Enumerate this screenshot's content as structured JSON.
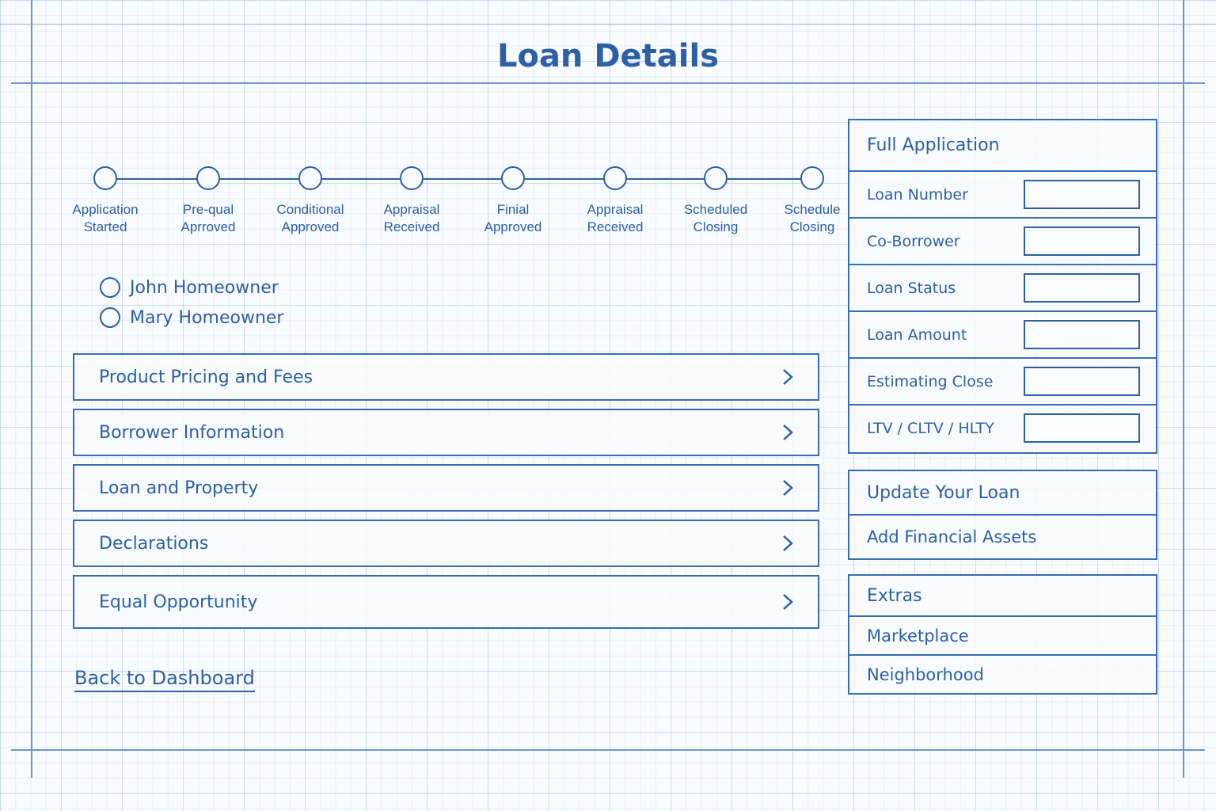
{
  "header": {
    "title": "Loan Details"
  },
  "progress": {
    "steps": [
      {
        "label": "Application\nStarted"
      },
      {
        "label": "Pre-qual\nAprroved"
      },
      {
        "label": "Conditional\nApproved"
      },
      {
        "label": "Appraisal\nReceived"
      },
      {
        "label": "Finial\nApproved"
      },
      {
        "label": "Appraisal\nReceived"
      },
      {
        "label": "Scheduled\nClosing"
      },
      {
        "label": "Schedule\nClosing"
      }
    ]
  },
  "borrowers": [
    {
      "name": "John Homeowner",
      "selected": false
    },
    {
      "name": "Mary Homeowner",
      "selected": false
    }
  ],
  "sections": [
    {
      "label": "Product Pricing and Fees"
    },
    {
      "label": "Borrower Information"
    },
    {
      "label": "Loan and Property"
    },
    {
      "label": "Declarations"
    },
    {
      "label": "Equal Opportunity"
    }
  ],
  "back_link": "Back to Dashboard",
  "full_application": {
    "title": "Full Application",
    "fields": [
      {
        "label": "Loan Number",
        "value": ""
      },
      {
        "label": "Co-Borrower",
        "value": ""
      },
      {
        "label": "Loan Status",
        "value": ""
      },
      {
        "label": "Loan Amount",
        "value": ""
      },
      {
        "label": "Estimating Close",
        "value": ""
      },
      {
        "label": "LTV / CLTV / HLTY",
        "value": ""
      }
    ]
  },
  "update_loan": {
    "title": "Update Your Loan",
    "items": [
      {
        "label": "Add Financial Assets"
      }
    ]
  },
  "extras": {
    "title": "Extras",
    "items": [
      {
        "label": "Marketplace"
      },
      {
        "label": "Neighborhood"
      }
    ]
  },
  "colors": {
    "ink": "#2d5fa6",
    "paper": "#f8fbff",
    "grid": "#a8c4ea"
  },
  "icons": {
    "section_chevron": "chevron-right-icon"
  }
}
